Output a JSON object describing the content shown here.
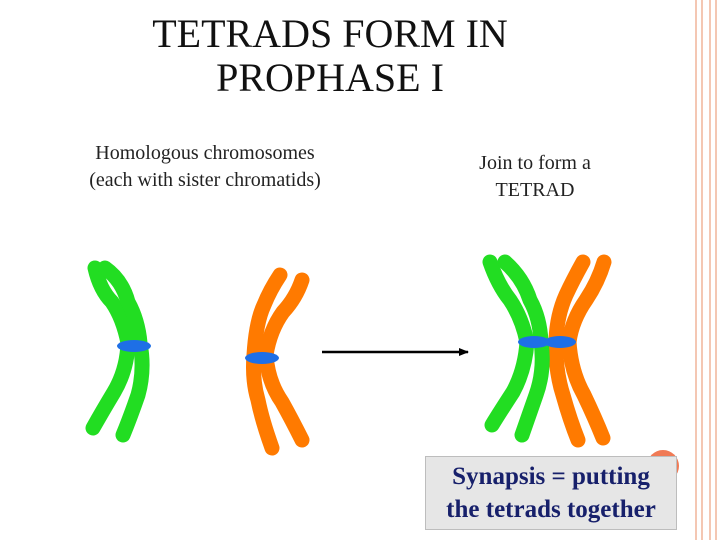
{
  "slide": {
    "title_line1": "TETRADS FORM IN",
    "title_line2": "PROPHASE I",
    "left_caption_line1": "Homologous chromosomes",
    "left_caption_line2": "(each with sister chromatids)",
    "right_caption_line1": "Join to form a",
    "right_caption_line2": "TETRAD",
    "callout_line1": "Synapsis = putting",
    "callout_line2": "the tetrads together"
  },
  "colors": {
    "chromosome_green": "#22dd22",
    "chromosome_orange": "#ff7a00",
    "centromere_blue": "#1e6fe6",
    "frame_pink": "#f4c7b3",
    "callout_text": "#17206b"
  },
  "icons": {
    "arrow": "right-arrow-icon"
  }
}
